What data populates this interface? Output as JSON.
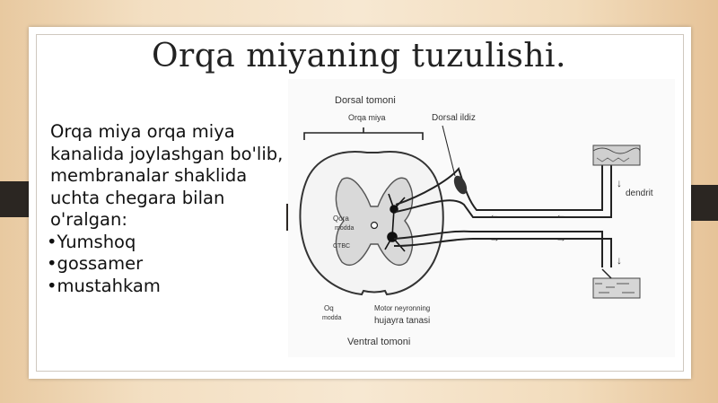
{
  "slide": {
    "title": "Orqa miyaning tuzulishi.",
    "paragraph": "Orqa miya orqa miya kanalida joylashgan bo'lib, membranalar shaklida uchta chegara bilan o'ralgan:",
    "bullets": [
      "Yumshoq",
      "gossamer",
      "mustahkam"
    ]
  },
  "diagram": {
    "labels": {
      "dorsal_side": "Dorsal tomoni",
      "spinal_cord": "Orqa miya",
      "dorsal_root": "Dorsal ildiz",
      "dendrite": "dendrit",
      "gray_matter_1": "Qora",
      "gray_matter_2": "modda",
      "white_matter_1": "Oq",
      "white_matter_2": "modda",
      "motor_neuron_1": "Motor neyronning",
      "motor_neuron_2": "hujayra tanasi",
      "ventral_side": "Ventral tomoni",
      "csf": "CTBC"
    }
  }
}
